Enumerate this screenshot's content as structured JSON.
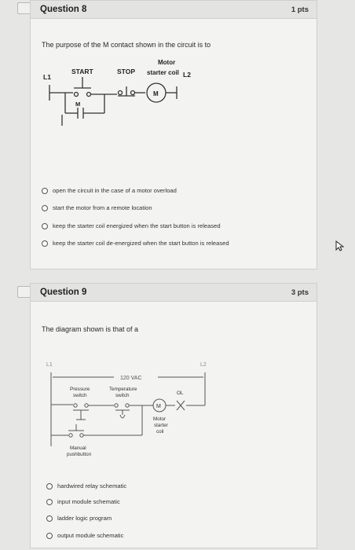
{
  "questions": [
    {
      "title": "Question 8",
      "points": "1 pts",
      "prompt": "The purpose of the M contact shown in the circuit is to",
      "diagram": {
        "l1": "L1",
        "l2": "L2",
        "start": "START",
        "stop": "STOP",
        "motor_line1": "Motor",
        "motor_line2": "starter coil",
        "m_contact": "M",
        "m_coil": "M"
      },
      "options": [
        "open the circuit in the case of a motor overload",
        "start the motor from a remote location",
        "keep the starter coil energized when the start button is released",
        "keep the starter coil de-energized when the start button is released"
      ]
    },
    {
      "title": "Question 9",
      "points": "3 pts",
      "prompt": "The diagram shown is that of a",
      "diagram": {
        "l1": "L1",
        "l2": "L2",
        "voltage": "120 VAC",
        "pressure_line1": "Pressure",
        "pressure_line2": "switch",
        "temp_line1": "Temperature",
        "temp_line2": "switch",
        "ol": "OL",
        "coil": "M",
        "motor_line1": "Motor",
        "motor_line2": "starter",
        "motor_line3": "coil",
        "manual_line1": "Manual",
        "manual_line2": "pushbutton"
      },
      "options": [
        "hardwired relay schematic",
        "input module schematic",
        "ladder logic program",
        "output module schematic"
      ]
    }
  ]
}
